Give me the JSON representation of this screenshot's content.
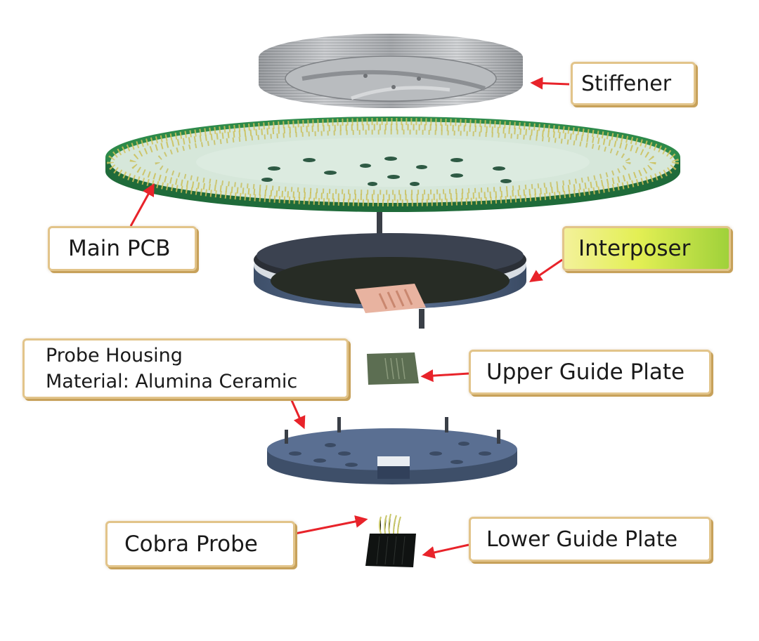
{
  "labels": {
    "stiffener": "Stiffener",
    "main_pcb": "Main PCB",
    "interposer": "Interposer",
    "probe_housing_line1": "Probe Housing",
    "probe_housing_line2": "Material: Alumina Ceramic",
    "upper_guide_plate": "Upper Guide Plate",
    "cobra_probe": "Cobra Probe",
    "lower_guide_plate": "Lower Guide Plate"
  },
  "colors": {
    "arrow": "#e8232a",
    "label_border": "#e2c48a",
    "pcb_green": "#1f6b3a",
    "pcb_surface": "#cfe2d3",
    "metal_blue": "#4f6585",
    "stiffener_metal": "#a9acb0"
  }
}
